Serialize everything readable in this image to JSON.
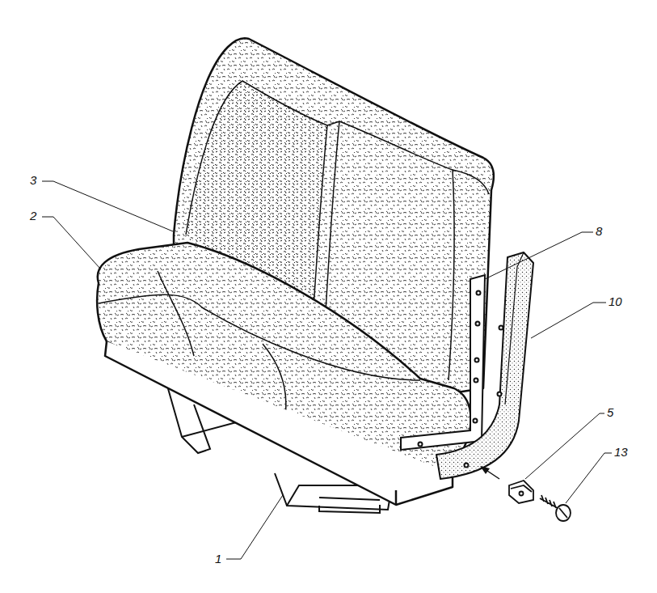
{
  "diagram": {
    "labels": [
      "3",
      "2",
      "8",
      "10",
      "5",
      "13",
      "1"
    ]
  }
}
